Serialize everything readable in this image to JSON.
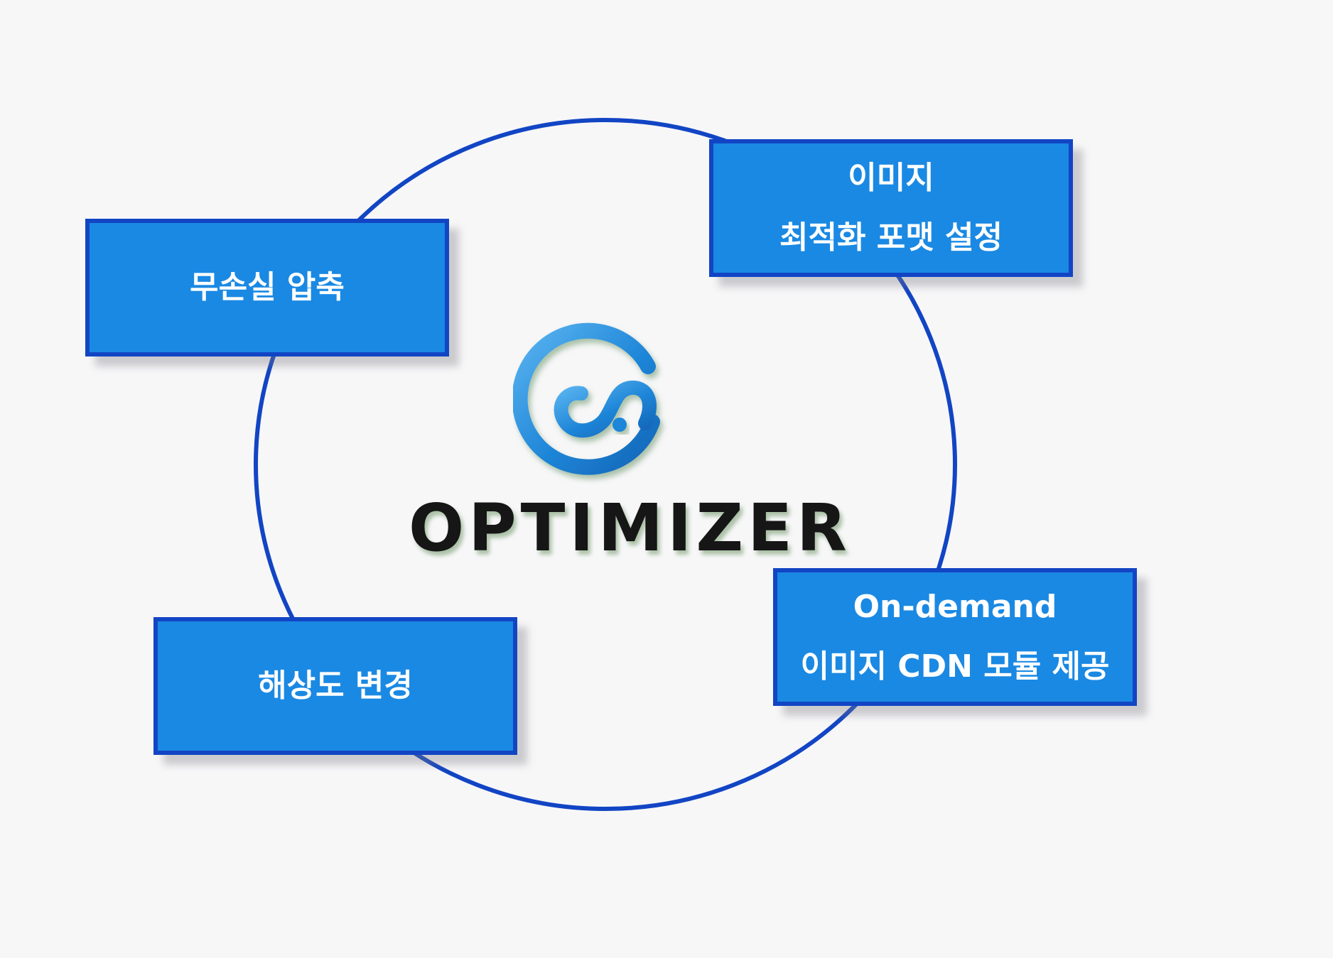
{
  "logo": {
    "wordmark": "OPTIMIZER",
    "icon": "optimizer-swirl-icon"
  },
  "features": [
    {
      "lines": [
        "무손실 압축"
      ]
    },
    {
      "lines": [
        "이미지",
        "최적화 포맷 설정"
      ]
    },
    {
      "lines": [
        "해상도 변경"
      ]
    },
    {
      "lines": [
        "On-demand",
        "이미지 CDN 모듈 제공"
      ]
    }
  ],
  "colors": {
    "box_fill": "#1a89e3",
    "box_border": "#1245c4",
    "cycle_ring": "#1245c4",
    "logo_blue": "#1f86d8",
    "text_white": "#ffffff",
    "wordmark": "#161616",
    "background": "#f7f7f8"
  }
}
